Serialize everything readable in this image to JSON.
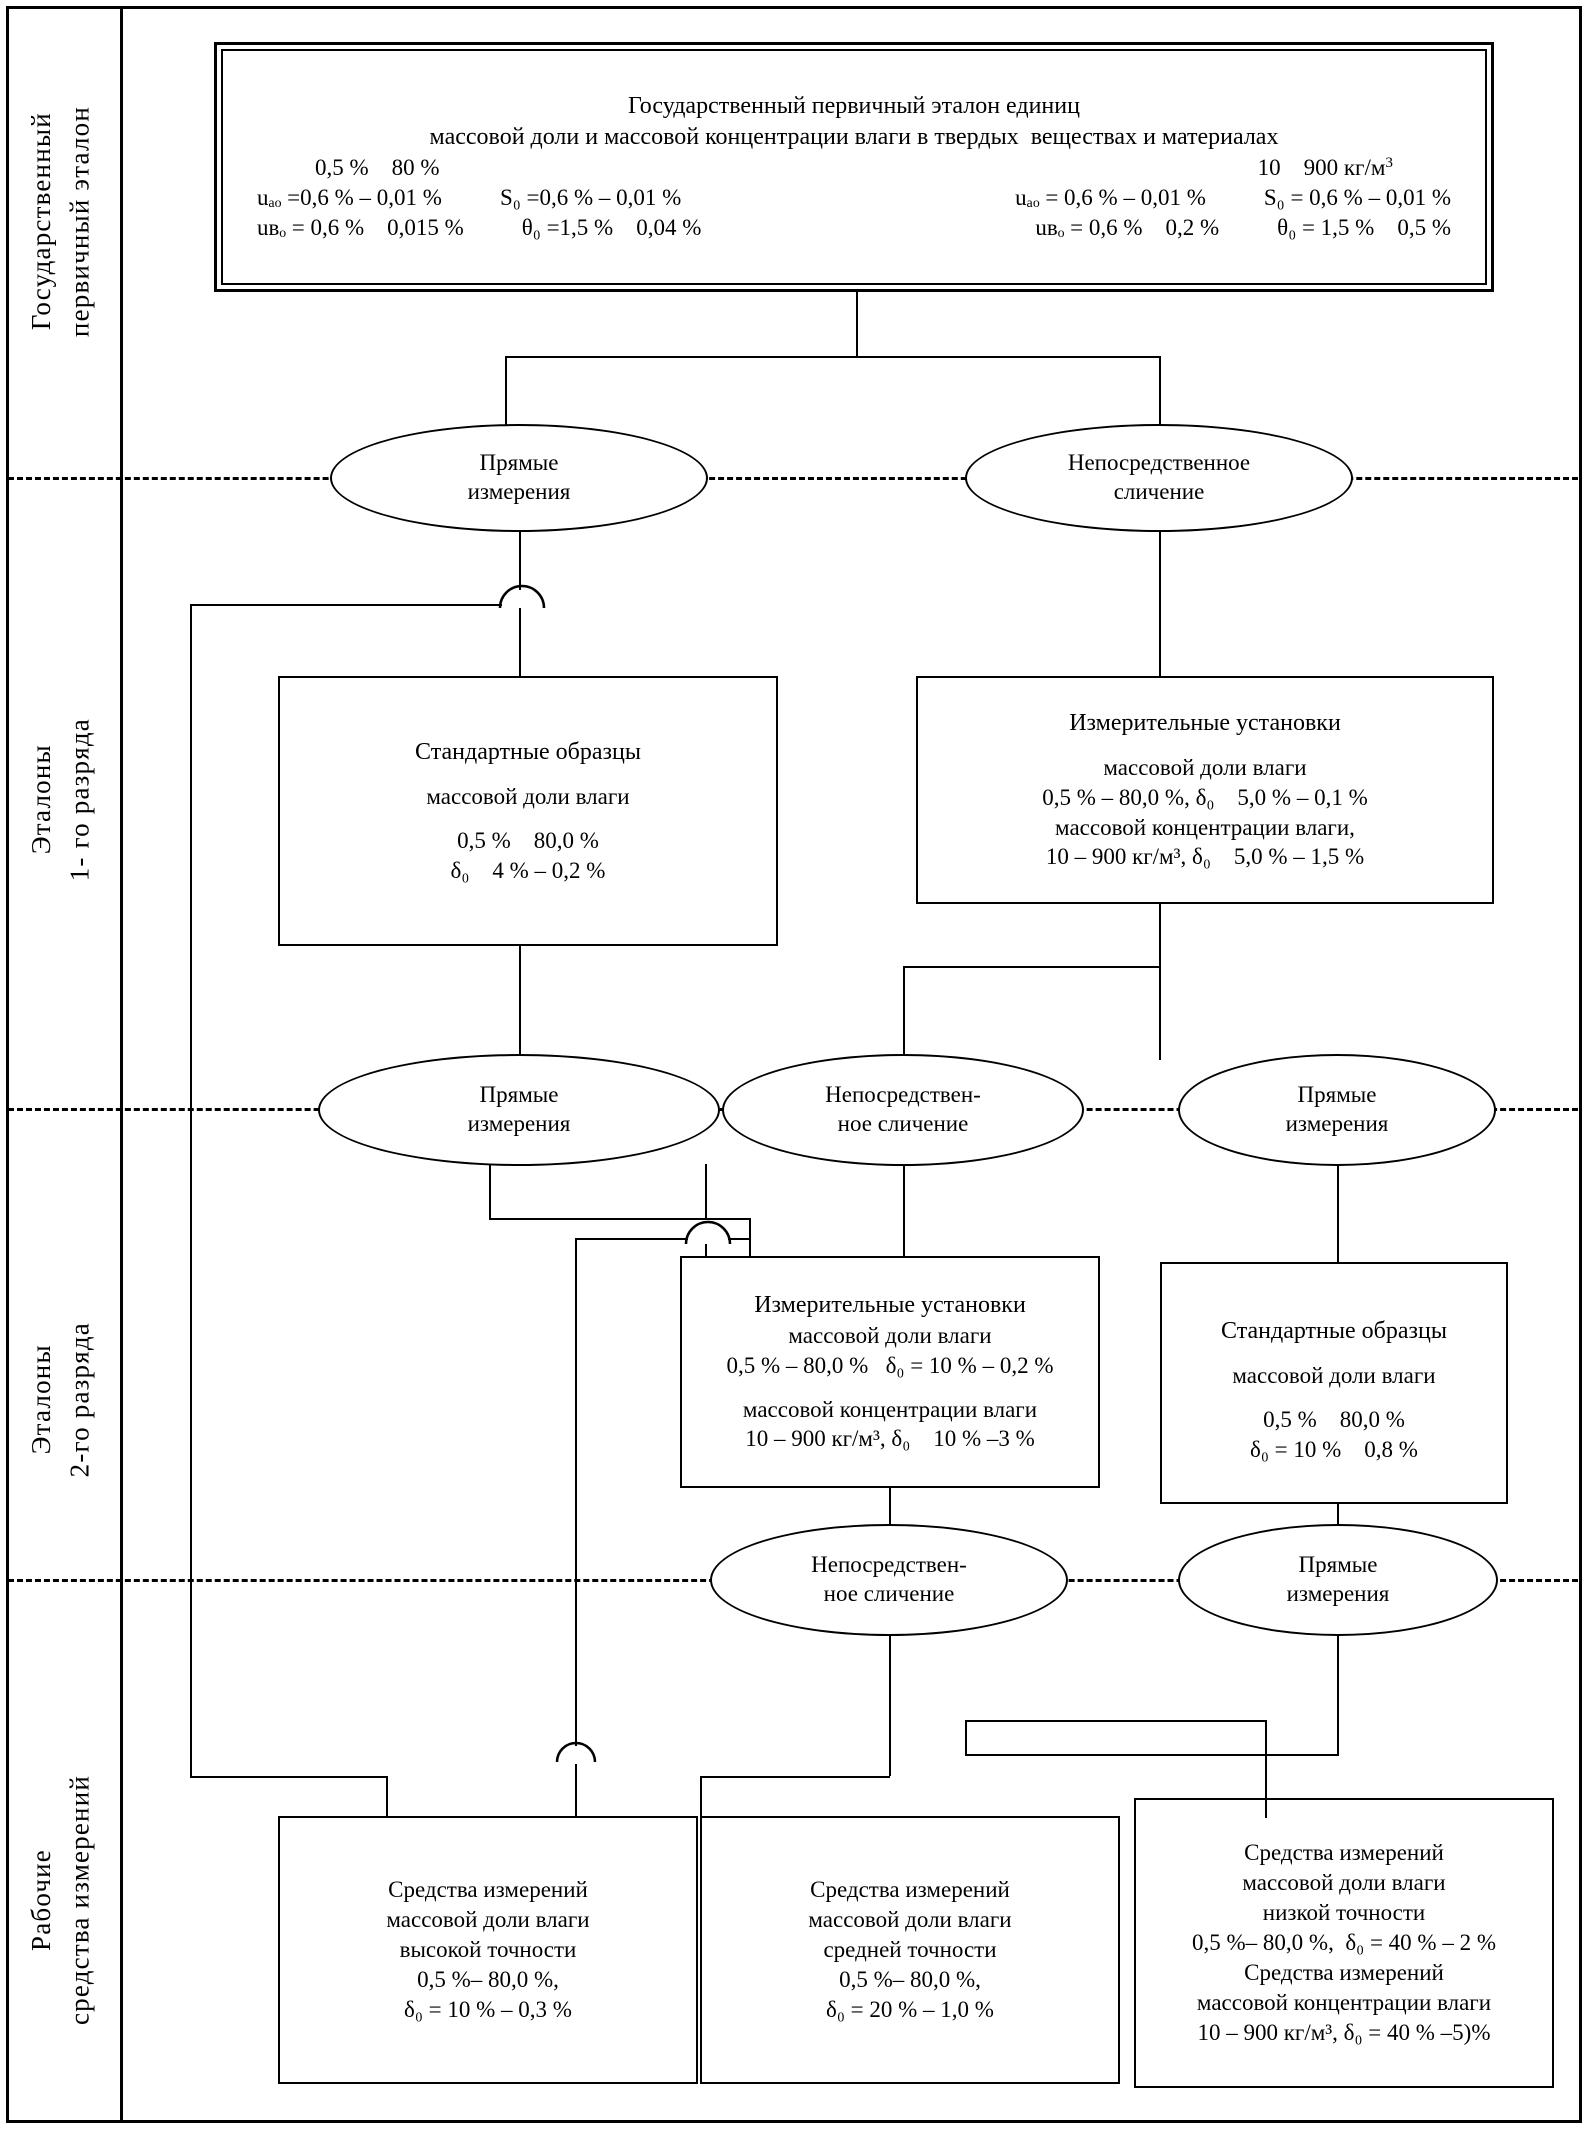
{
  "sidebar": {
    "items": [
      {
        "id": "state-primary-standard",
        "label": "Государственный\nпервичный эталон"
      },
      {
        "id": "rank-1-standards",
        "label": "Эталоны\n1- го разряда"
      },
      {
        "id": "rank-2-standards",
        "label": "Эталоны\n2-го разряда"
      },
      {
        "id": "working-measuring-instruments",
        "label": "Рабочие\nсредства измерений"
      }
    ]
  },
  "primary_standard": {
    "title_line_1": "Государственный первичный эталон единиц",
    "title_line_2": "массовой доли и массовой концентрации влаги в твердых  веществах и материалах",
    "range_left": "0,5 %    80 %",
    "range_right": "10    900 кг/м",
    "range_right_sup": "3",
    "left": {
      "uA": "uₐₒ =0,6 % – 0,01 %",
      "S": "S₀ =0,6 % – 0,01 %",
      "uB": "uвₒ = 0,6 %    0,015 %",
      "theta": "θ₀ =1,5 %    0,04 %"
    },
    "right": {
      "uA": "uₐₒ = 0,6 % – 0,01 %",
      "S": "S₀ = 0,6 % – 0,01 %",
      "uB": "uвₒ = 0,6 %    0,2 %",
      "theta": "θ₀ = 1,5 %    0,5 %"
    }
  },
  "methods": {
    "direct_measure_1": {
      "line1": "Прямые",
      "line2": "измерения"
    },
    "direct_compare_1": {
      "line1": "Непосредственное",
      "line2": "сличение"
    },
    "direct_measure_2": {
      "line1": "Прямые",
      "line2": "измерения"
    },
    "direct_compare_2": {
      "line1": "Непосредствен-",
      "line2": "ное сличение"
    },
    "direct_measure_3": {
      "line1": "Прямые",
      "line2": "измерения"
    },
    "direct_compare_3": {
      "line1": "Непосредствен-",
      "line2": "ное сличение"
    },
    "direct_measure_4": {
      "line1": "Прямые",
      "line2": "измерения"
    }
  },
  "rank1": {
    "reference_materials": {
      "title": "Стандартные образцы",
      "line_2": "массовой доли влаги",
      "line_3": "0,5 %    80,0 %",
      "line_4": "δ₀    4 % – 0,2 %"
    },
    "measuring_setups": {
      "title": "Измерительные установки",
      "line_2": "массовой доли влаги",
      "line_3": "0,5 % – 80,0 %, δ₀    5,0 % – 0,1 %",
      "line_4": "массовой концентрации влаги,",
      "line_5": "10 – 900 кг/м³, δ₀    5,0 % – 1,5 %"
    }
  },
  "rank2": {
    "measuring_setups": {
      "title": "Измерительные установки",
      "line_2": "массовой доли влаги",
      "line_3": "0,5 % – 80,0 %   δ₀ = 10 % – 0,2 %",
      "line_4": "массовой концентрации влаги",
      "line_5": "10 – 900 кг/м³, δ₀    10 % –3 %"
    },
    "reference_materials": {
      "title": "Стандартные образцы",
      "line_2": "массовой доли влаги",
      "line_3": "0,5 %    80,0 %",
      "line_4": "δ₀ = 10 %    0,8 %"
    }
  },
  "working": {
    "high_accuracy": {
      "line_1": "Средства измерений",
      "line_2": "массовой доли влаги",
      "line_3": "высокой точности",
      "line_4": "0,5 %– 80,0 %,",
      "line_5": "δ₀ = 10 % – 0,3 %"
    },
    "medium_accuracy": {
      "line_1": "Средства измерений",
      "line_2": "массовой доли влаги",
      "line_3": "средней точности",
      "line_4": "0,5 %– 80,0 %,",
      "line_5": "δ₀ = 20 % – 1,0 %"
    },
    "low_accuracy": {
      "line_1": "Средства измерений",
      "line_2": "массовой доли влаги",
      "line_3": "низкой точности",
      "line_4": "0,5 %– 80,0 %,  δ₀ = 40 % – 2 %",
      "line_5": "Средства измерений",
      "line_6": "массовой концентрации влаги",
      "line_7": "10 – 900 кг/м³, δ₀ = 40 % –5)%"
    }
  }
}
